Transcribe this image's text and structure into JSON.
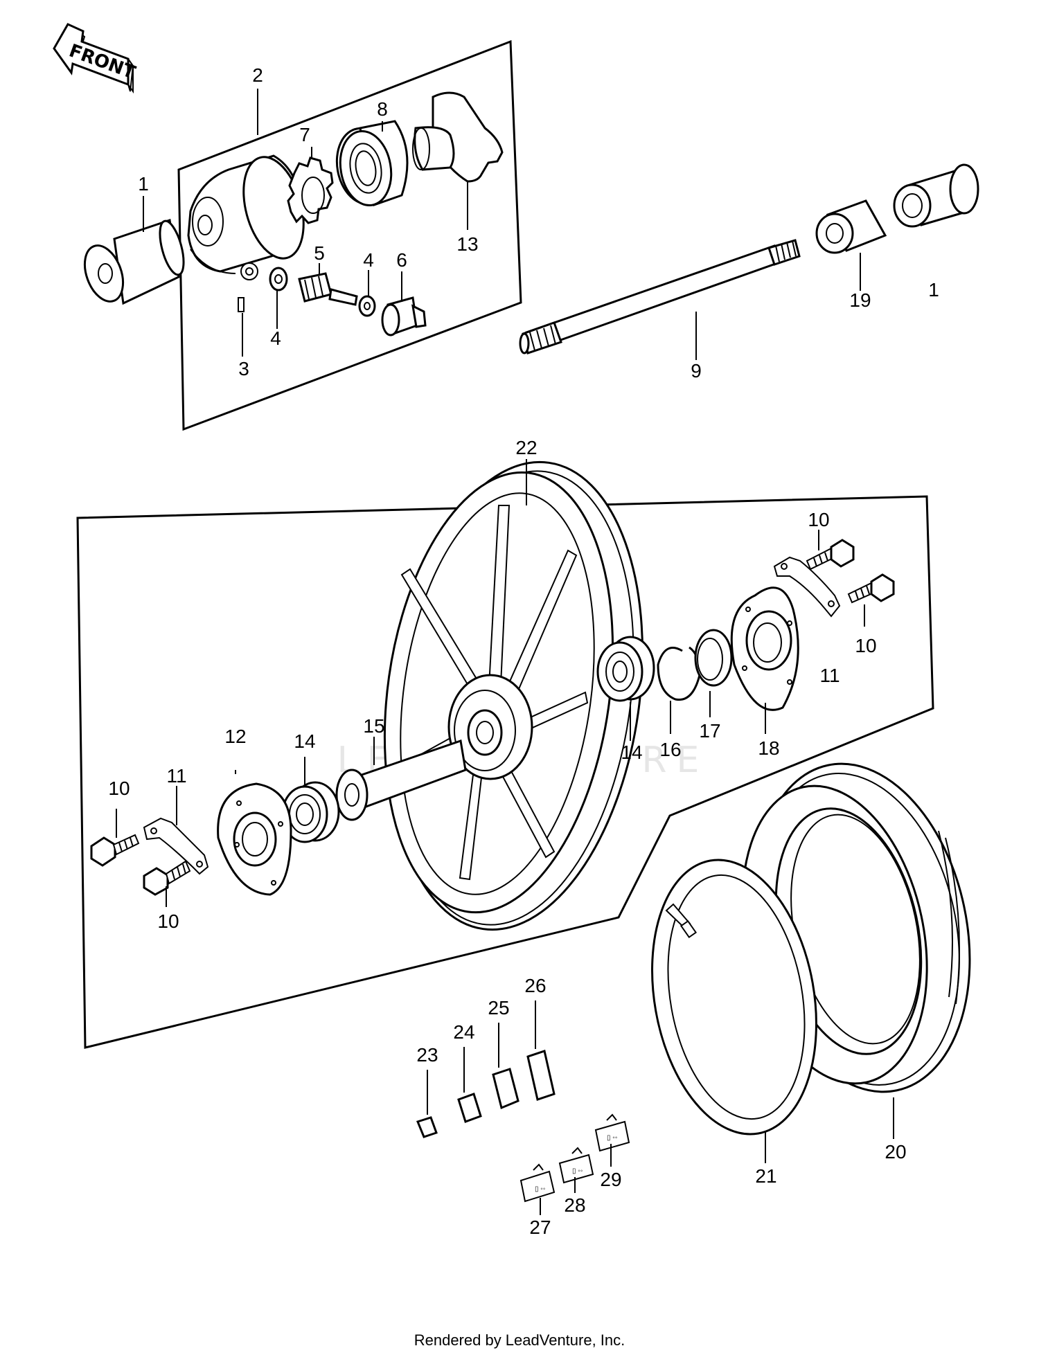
{
  "front_arrow_text": "FRONT",
  "footer_text": "Rendered by LeadVenture, Inc.",
  "watermark": "LEADVENTURE",
  "callouts": {
    "c1a": "1",
    "c1b": "1",
    "c2": "2",
    "c3": "3",
    "c4a": "4",
    "c4b": "4",
    "c5": "5",
    "c6": "6",
    "c7": "7",
    "c8": "8",
    "c9": "9",
    "c10a": "10",
    "c10b": "10",
    "c10c": "10",
    "c10d": "10",
    "c11a": "11",
    "c11b": "11",
    "c12": "12",
    "c13": "13",
    "c14a": "14",
    "c14b": "14",
    "c15": "15",
    "c16": "16",
    "c17": "17",
    "c18": "18",
    "c19": "19",
    "c20": "20",
    "c21": "21",
    "c22": "22",
    "c23": "23",
    "c24": "24",
    "c25": "25",
    "c26": "26",
    "c27": "27",
    "c28": "28",
    "c29": "29"
  }
}
